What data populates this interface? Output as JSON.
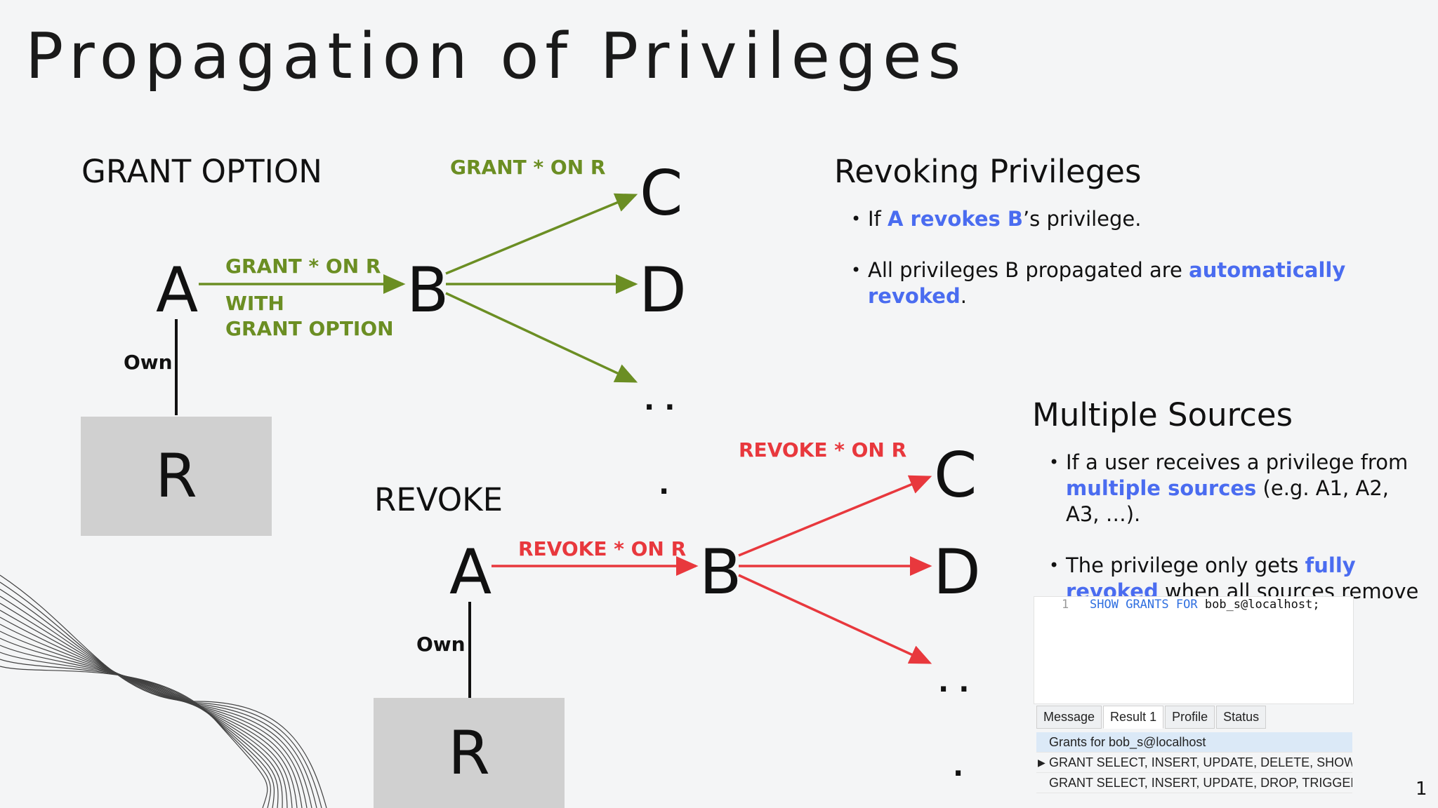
{
  "title": "Propagation of Privileges",
  "grant_diagram": {
    "heading": "GRANT OPTION",
    "edge_ab_label_line1": "GRANT * ON R",
    "edge_ab_label_line2": "WITH",
    "edge_ab_label_line3": "GRANT OPTION",
    "edge_bc_label": "GRANT * ON R",
    "nodes": {
      "a": "A",
      "b": "B",
      "c": "C",
      "d": "D",
      "r": "R"
    },
    "own_label": "Own",
    "dots_1": "..",
    "dots_2": "."
  },
  "revoke_diagram": {
    "heading": "REVOKE",
    "edge_ab_label": "REVOKE * ON R",
    "edge_bc_label": "REVOKE * ON R",
    "nodes": {
      "a": "A",
      "b": "B",
      "c": "C",
      "d": "D",
      "r": "R"
    },
    "own_label": "Own",
    "dots_1": "..",
    "dots_2": "."
  },
  "revoking": {
    "heading": "Revoking Privileges",
    "bullet1": {
      "p1": "If ",
      "h1": "A revokes B",
      "p2": "’s privilege."
    },
    "bullet2": {
      "p1": "All privileges B propagated are ",
      "h1": "automatically revoked",
      "p2": "."
    }
  },
  "multiple": {
    "heading": "Multiple Sources",
    "bullet1": {
      "p1": "If a user receives a privilege from ",
      "h1": "multiple sources",
      "p2": " (e.g. A1, A2, A3, …)."
    },
    "bullet2": {
      "p1": "The privilege only gets ",
      "h1": "fully revoked",
      "p2": " when all sources remove it."
    }
  },
  "sql": {
    "line_no": "1",
    "kw1": "SHOW",
    "kw2": "GRANTS",
    "kw3": "FOR",
    "rest": "bob_s@localhost;",
    "tabs": [
      "Message",
      "Result 1",
      "Profile",
      "Status"
    ],
    "active_tab": "Result 1",
    "column_header": "Grants for bob_s@localhost",
    "rows": [
      "GRANT SELECT, INSERT, UPDATE, DELETE, SHOW DATA",
      "GRANT SELECT, INSERT, UPDATE, DROP, TRIGGER ON"
    ]
  },
  "page_number": "1",
  "colors": {
    "green": "#6b8e23",
    "red": "#e8383d",
    "highlight": "#4a6cf0"
  }
}
